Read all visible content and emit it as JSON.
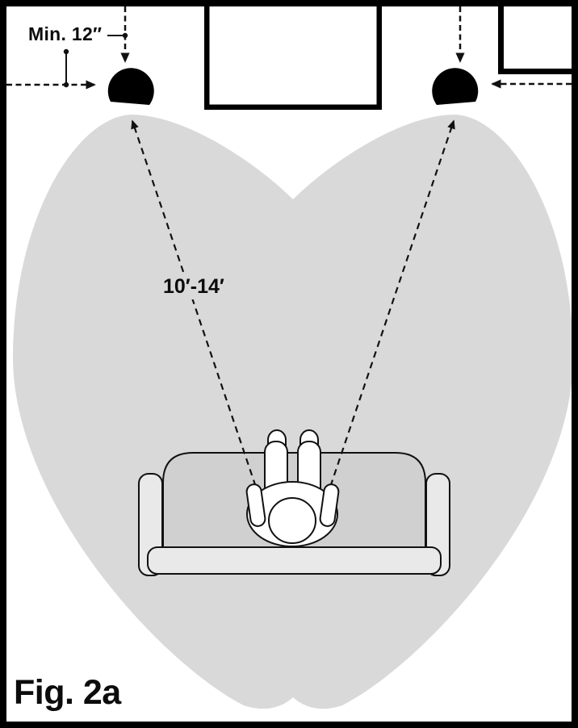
{
  "figure": {
    "caption": "Fig. 2a",
    "labels": {
      "min_wall_distance": "Min. 12″",
      "listening_distance": "10′-14′"
    }
  },
  "colors": {
    "dispersion_zone_fill": "#d9d9d9",
    "sofa_back_fill": "#d0d0d0",
    "sofa_trim_fill": "#e9e9e9",
    "speaker_fill": "#000000",
    "wall_outline": "#000000",
    "line_color": "#111111"
  }
}
